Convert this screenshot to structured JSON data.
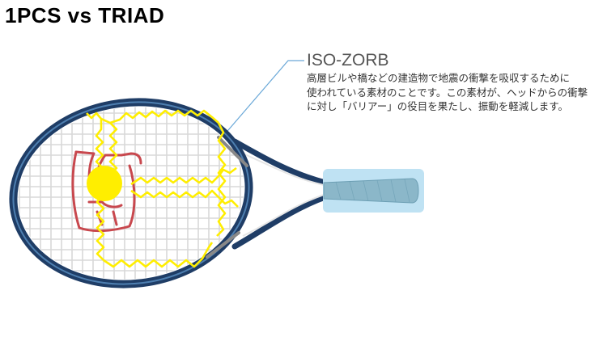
{
  "title": "1PCS vs TRIAD",
  "callout": {
    "heading": "ISO-ZORB",
    "lines": [
      "高層ビルや橋などの建造物で地震の衝撃を吸収するために",
      "使われている素材のことです。この素材が、ヘッドからの衝撃",
      "に対し「バリアー」の役目を果たし、振動を軽減します。"
    ]
  },
  "colors": {
    "frame": "#1f3d66",
    "frame_light": "#4e7fb0",
    "strings": "#d8d8d8",
    "logo": "#c8484e",
    "vibration_path": "#ffee00",
    "impact_point": "#ffee00",
    "grip_highlight": "#bfe2f3",
    "grip": "#8bb7c9",
    "isozorb_insert": "#888888",
    "leader_line": "#6aa8d8"
  },
  "icons": [
    "tennis-racket-illustration",
    "wilson-w-logo"
  ]
}
